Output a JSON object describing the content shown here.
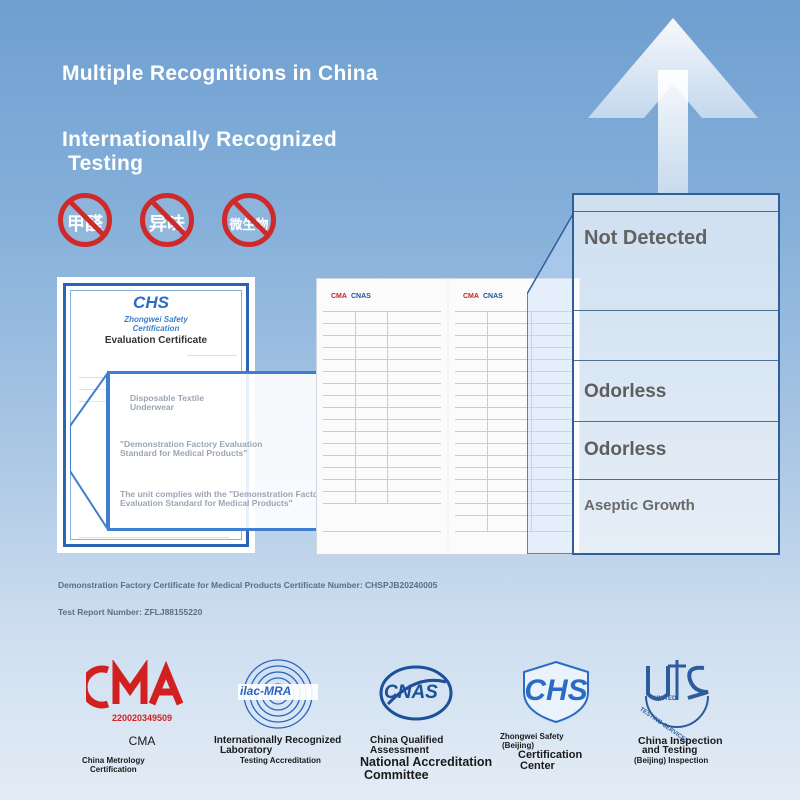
{
  "headline1": "Multiple Recognitions in China",
  "headline2_line1": "Internationally Recognized",
  "headline2_line2": "Testing",
  "no_icons": [
    {
      "text": "甲醛"
    },
    {
      "text": "异味"
    },
    {
      "text": "微生物"
    }
  ],
  "certificate": {
    "brand_line1": "Zhongwei Safety",
    "brand_line2": "Certification",
    "title": "Evaluation Certificate",
    "overlay_product": "Disposable Textile\nUnderwear",
    "overlay_standard": "\"Demonstration Factory Evaluation\nStandard for Medical Products\"",
    "overlay_complies": "The unit complies with the \"Demonstration Factory\nEvaluation Standard for Medical Products\""
  },
  "report_table": {
    "rows": [
      "Not Detected",
      "Odorless",
      "Odorless",
      "Aseptic Growth"
    ]
  },
  "captions": {
    "certificate_number": "Demonstration Factory Certificate for Medical Products Certificate Number: CHSPJB20240005",
    "report_number": "Test Report Number: ZFLJ88155220"
  },
  "logos": {
    "cma": {
      "mark": "CMA",
      "number": "220020349509",
      "label": "CMA",
      "name_line1": "China Metrology",
      "name_line2": "Certification"
    },
    "ilac": {
      "mark": "ilac-MRA",
      "name_line1": "Internationally Recognized",
      "name_line2": "Laboratory",
      "name_line3": "Testing Accreditation"
    },
    "cnas": {
      "mark": "CNAS",
      "name_line1": "China Qualified",
      "name_line2": "Assessment",
      "name_line3": "National Accreditation",
      "name_line4": "Committee"
    },
    "chs": {
      "mark": "CHS",
      "name_line1": "Zhongwei Safety",
      "name_line2": "(Beijing)",
      "name_line3": "Certification",
      "name_line4": "Center"
    },
    "cis": {
      "mark_line1": "UNITED",
      "mark_line2": "TESTING SERVICES",
      "name_line1": "China Inspection",
      "name_line2": "and Testing",
      "name_line3": "(Beijing) Inspection"
    }
  },
  "colors": {
    "accent_red": "#cf2a2a",
    "brand_blue": "#2a6cc3",
    "table_border": "#2e5f99"
  }
}
